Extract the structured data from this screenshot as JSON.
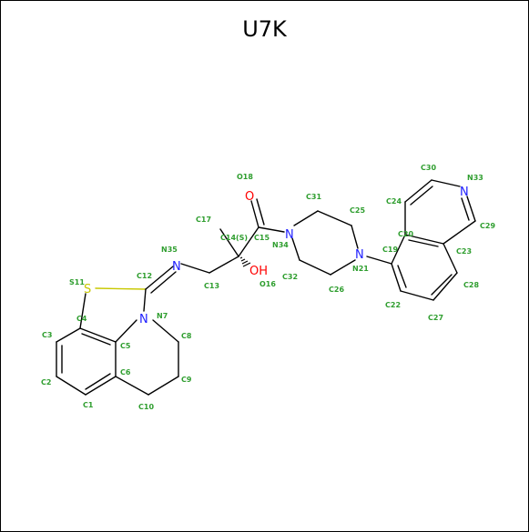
{
  "title": "U7K",
  "colors": {
    "bond": "#000000",
    "nitrogen": "#2020ff",
    "oxygen": "#ff0000",
    "sulfur": "#c8c800",
    "number_label": "#2f9e2f"
  },
  "atom_symbols": {
    "S11": "S",
    "N7": "N",
    "N35": "N",
    "O18": "O",
    "OH16": "OH",
    "N34": "N",
    "N21": "N",
    "N33": "N"
  },
  "atom_numbers": {
    "C1": "C1",
    "C2": "C2",
    "C3": "C3",
    "C4": "C4",
    "C5": "C5",
    "C6": "C6",
    "N7": "N7",
    "C8": "C8",
    "C9": "C9",
    "C10": "C10",
    "S11": "S11",
    "C12": "C12",
    "C13": "C13",
    "C14": "C14(S)",
    "C15": "C15",
    "O16": "O16",
    "C17": "C17",
    "O18": "O18",
    "C19": "C19",
    "C20": "C20",
    "N21": "N21",
    "C22": "C22",
    "C23": "C23",
    "C24": "C24",
    "C25": "C25",
    "C26": "C26",
    "C27": "C27",
    "C28": "C28",
    "C29": "C29",
    "C30": "C30",
    "C31": "C31",
    "C32": "C32",
    "N33": "N33",
    "N34": "N34",
    "N35": "N35"
  }
}
